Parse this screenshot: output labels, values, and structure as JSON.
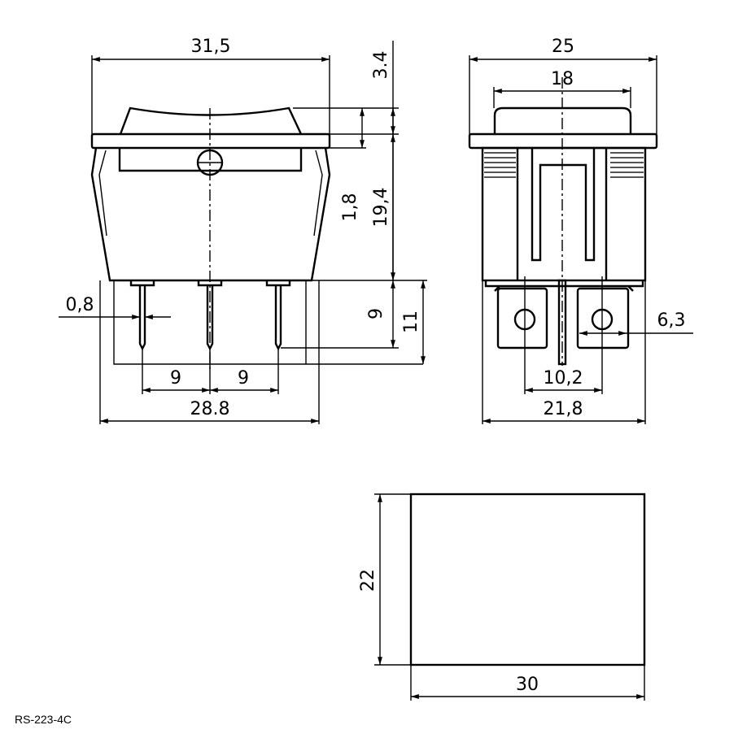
{
  "part_code": "RS-223-4C",
  "front_view": {
    "width_overall": "31,5",
    "rocker_height": "3.4",
    "rocker_offset": "1,8",
    "body_height": "19,4",
    "pin_length": "9",
    "pin_total_length": "11",
    "pin_thickness": "0,8",
    "pin_pitch_left": "9",
    "pin_pitch_right": "9",
    "body_width": "28.8"
  },
  "side_view": {
    "flange_width": "25",
    "rocker_width": "18",
    "terminal_pitch": "10,2",
    "body_width": "21,8",
    "terminal_width": "6,3"
  },
  "cutout": {
    "height": "22",
    "width": "30"
  }
}
